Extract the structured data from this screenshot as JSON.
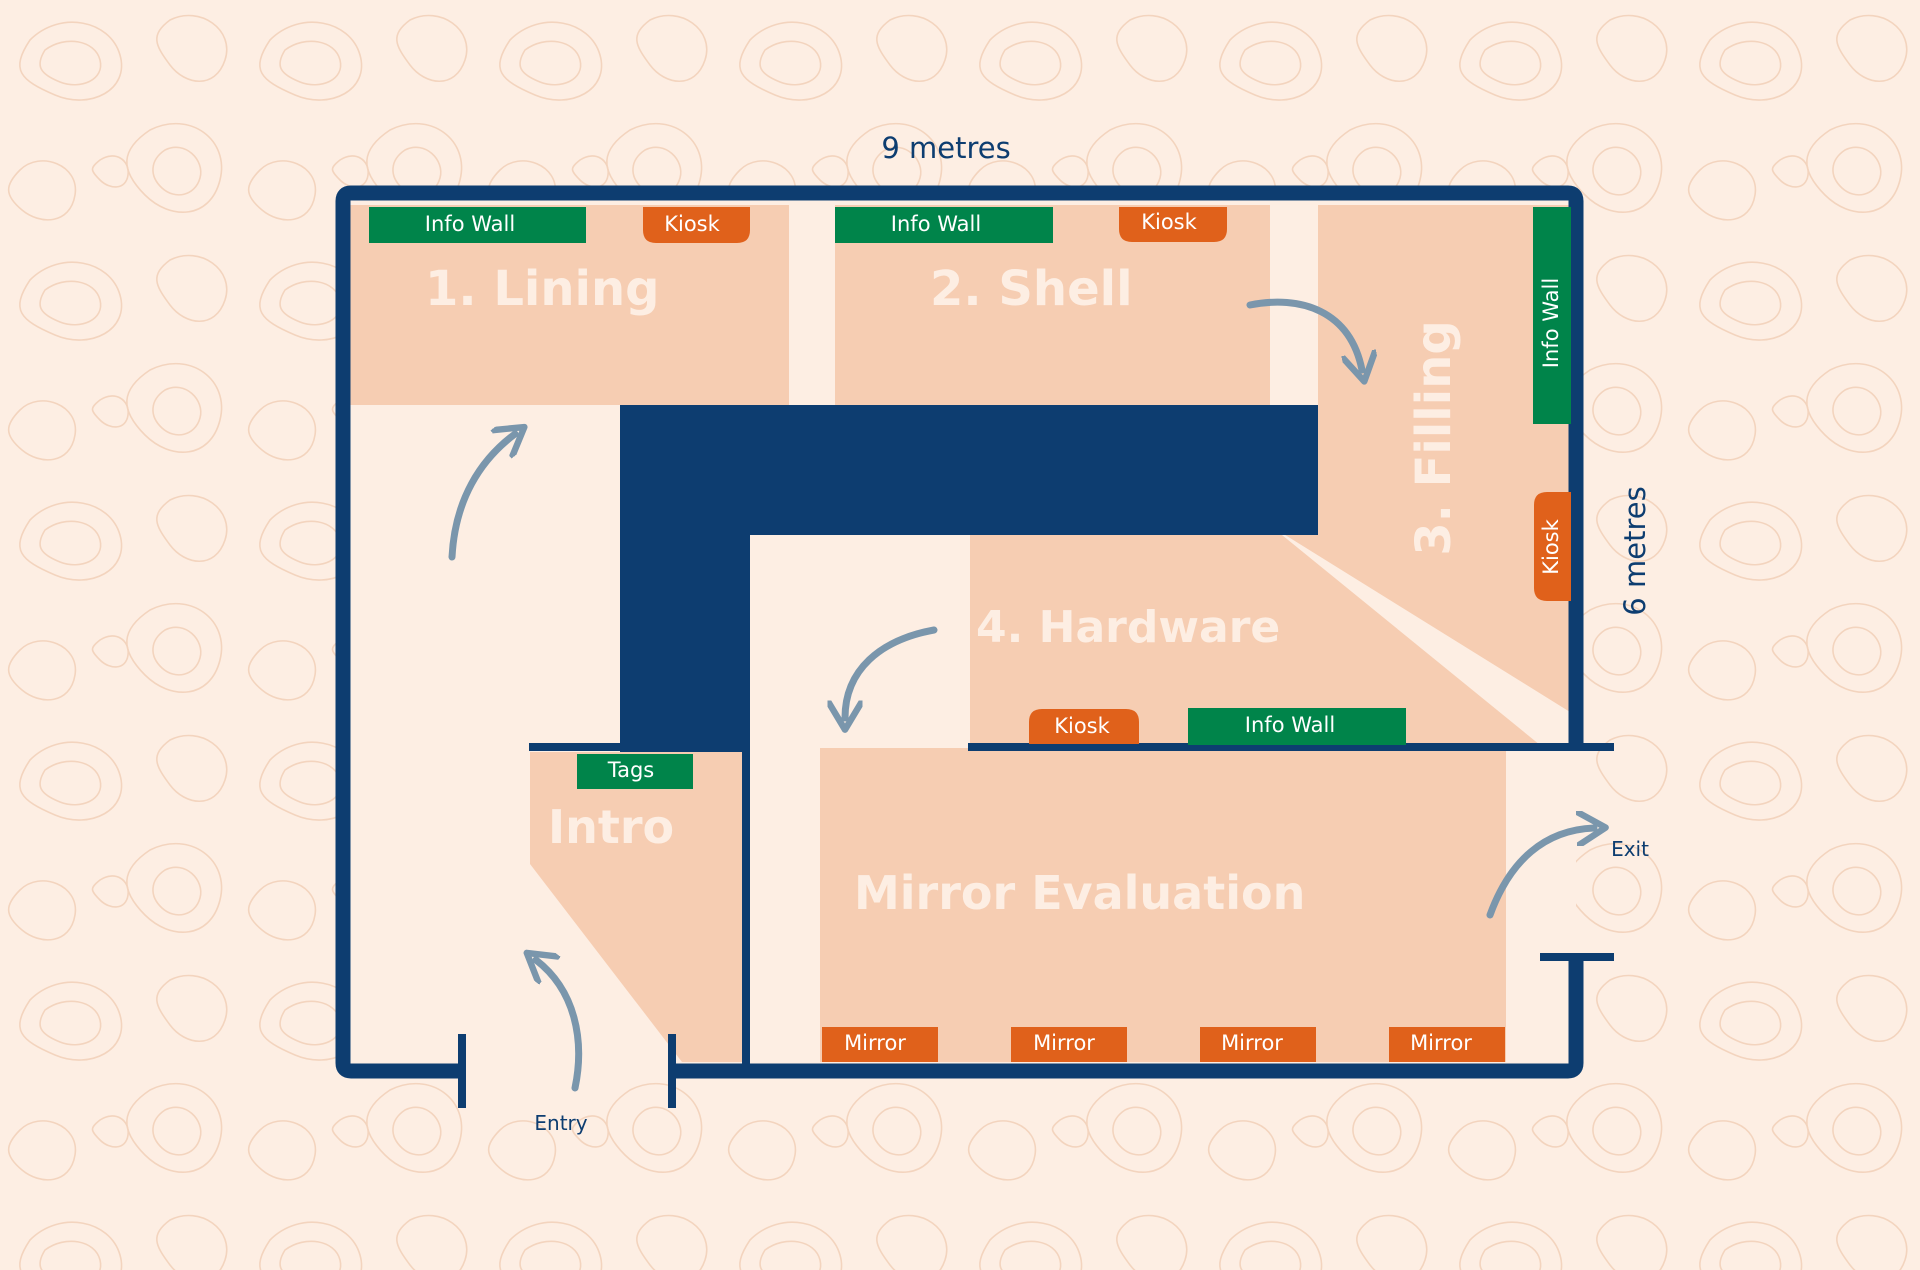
{
  "colors": {
    "background": "#fdeee3",
    "background_pattern": "#f4d7c2",
    "zone_fill": "#f6cdb2",
    "floor_fill": "#fdeee3",
    "wall": "#0d3d70",
    "info_wall": "#00844a",
    "kiosk": "#e0611b",
    "arrow": "#7a96ac",
    "zone_title": "#fdeee3"
  },
  "dimensions": {
    "width_label": "9 metres",
    "height_label": "6 metres"
  },
  "doors": {
    "entry_label": "Entry",
    "exit_label": "Exit"
  },
  "zones": {
    "lining": {
      "title": "1. Lining",
      "info_wall": "Info Wall",
      "kiosk": "Kiosk"
    },
    "shell": {
      "title": "2. Shell",
      "info_wall": "Info Wall",
      "kiosk": "Kiosk"
    },
    "filling": {
      "title": "3. Filling",
      "info_wall": "Info Wall",
      "kiosk": "Kiosk"
    },
    "hardware": {
      "title": "4. Hardware",
      "kiosk": "Kiosk",
      "info_wall": "Info Wall"
    },
    "intro": {
      "title": "Intro",
      "tags": "Tags"
    },
    "mirror_evaluation": {
      "title": "Mirror Evaluation",
      "mirrors": [
        "Mirror",
        "Mirror",
        "Mirror",
        "Mirror"
      ]
    }
  },
  "icons": {
    "flow_arrows": "curved-arrow-icon",
    "background": "topographic-pattern"
  }
}
